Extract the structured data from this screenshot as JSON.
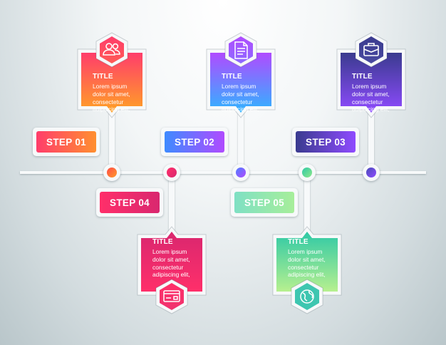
{
  "steps": [
    {
      "label": "STEP 01",
      "title": "TITLE",
      "body": [
        "Lorem ipsum",
        "dolor sit amet,",
        "consectetur",
        "adipiscing elit,"
      ],
      "icon": "users-icon",
      "colors": [
        "#ff3d6b",
        "#ffa225"
      ]
    },
    {
      "label": "STEP 02",
      "title": "TITLE",
      "body": [
        "Lorem ipsum",
        "dolor sit amet,",
        "consectetur",
        "adipiscing elit,"
      ],
      "icon": "document-icon",
      "colors": [
        "#b04bff",
        "#2fb5ff"
      ]
    },
    {
      "label": "STEP 03",
      "title": "TITLE",
      "body": [
        "Lorem ipsum",
        "dolor sit amet,",
        "consectetur",
        "adipiscing elit,"
      ],
      "icon": "briefcase-icon",
      "colors": [
        "#3a3b8f",
        "#8f4bff"
      ]
    },
    {
      "label": "STEP 04",
      "title": "TITLE",
      "body": [
        "Lorem ipsum",
        "dolor sit amet,",
        "consectetur",
        "adipiscing elit,"
      ],
      "icon": "credit-card-icon",
      "colors": [
        "#ff2f6a",
        "#d9276f"
      ]
    },
    {
      "label": "STEP 05",
      "title": "TITLE",
      "body": [
        "Lorem ipsum",
        "dolor sit amet,",
        "consectetur",
        "adipiscing elit,"
      ],
      "icon": "globe-icon",
      "colors": [
        "#2fc9a6",
        "#b7f08f"
      ]
    }
  ],
  "timeline_dots": [
    {
      "step": "STEP 01",
      "colors": [
        "#ff4b48",
        "#ff9a2a"
      ]
    },
    {
      "step": "STEP 04",
      "colors": [
        "#ff2f6a",
        "#d9276f"
      ]
    },
    {
      "step": "STEP 02",
      "colors": [
        "#4f7dff",
        "#b04bff"
      ]
    },
    {
      "step": "STEP 05",
      "colors": [
        "#2fc9a6",
        "#8fe88a"
      ]
    },
    {
      "step": "STEP 03",
      "colors": [
        "#4a4db8",
        "#8f4bff"
      ]
    }
  ]
}
